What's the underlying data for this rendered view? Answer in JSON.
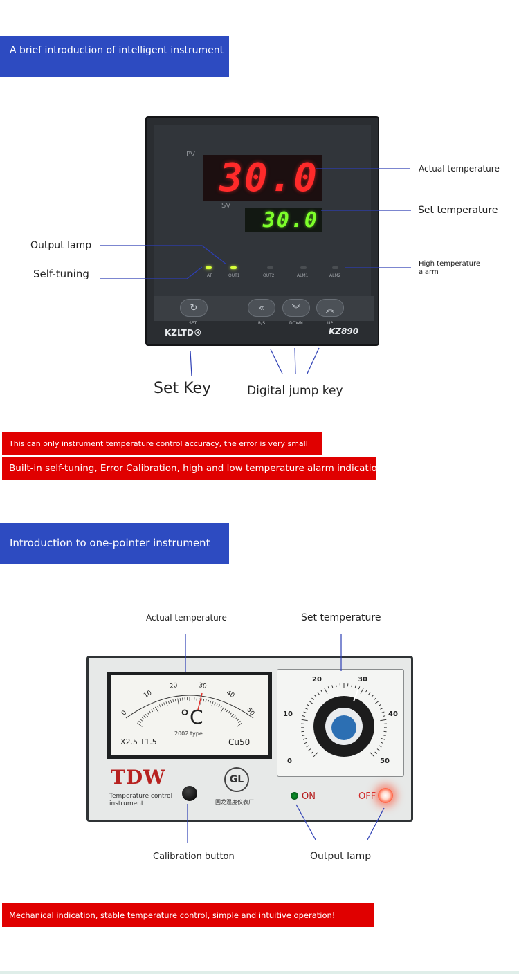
{
  "section1": {
    "banner": "A brief introduction of intelligent instrument",
    "controller": {
      "pv_label": "PV",
      "pv_value": "30.0",
      "sv_label": "SV",
      "sv_value": "30.0",
      "indicators": [
        "AT",
        "OUT1",
        "OUT2",
        "ALM1",
        "ALM2"
      ],
      "keys": [
        "SET",
        "R/S",
        "DOWN",
        "UP"
      ],
      "brand": "KZLTD®",
      "model": "KZ890"
    },
    "callouts": {
      "actual_temperature": "Actual temperature",
      "set_temperature": "Set temperature",
      "output_lamp": "Output lamp",
      "self_tuning": "Self-tuning",
      "high_temperature_alarm": "High temperature alarm",
      "set_key": "Set Key",
      "digital_jump_key": "Digital jump key"
    },
    "notes": [
      "This can only instrument temperature control accuracy, the error is very small",
      "Built-in self-tuning, Error Calibration, high and low temperature alarm indication"
    ]
  },
  "section2": {
    "banner": "Introduction to one-pointer instrument",
    "instrument": {
      "meter_scale": [
        "0",
        "10",
        "20",
        "30",
        "40",
        "50"
      ],
      "unit": "°C",
      "type_label": "2002 type",
      "class_label": "X2.5 T1.5",
      "sensor": "Cu50",
      "dial_scale": [
        "0",
        "10",
        "20",
        "30",
        "40",
        "50"
      ],
      "logo": "TDW",
      "logo_sub": "Temperature control instrument",
      "factory": "国龙温度仪表厂",
      "seal_text": "GL",
      "on_label": "ON",
      "off_label": "OFF"
    },
    "callouts": {
      "actual_temperature": "Actual temperature",
      "set_temperature": "Set temperature",
      "calibration_button": "Calibration button",
      "output_lamp": "Output lamp"
    },
    "note": "Mechanical indication, stable temperature control, simple and intuitive operation!"
  }
}
